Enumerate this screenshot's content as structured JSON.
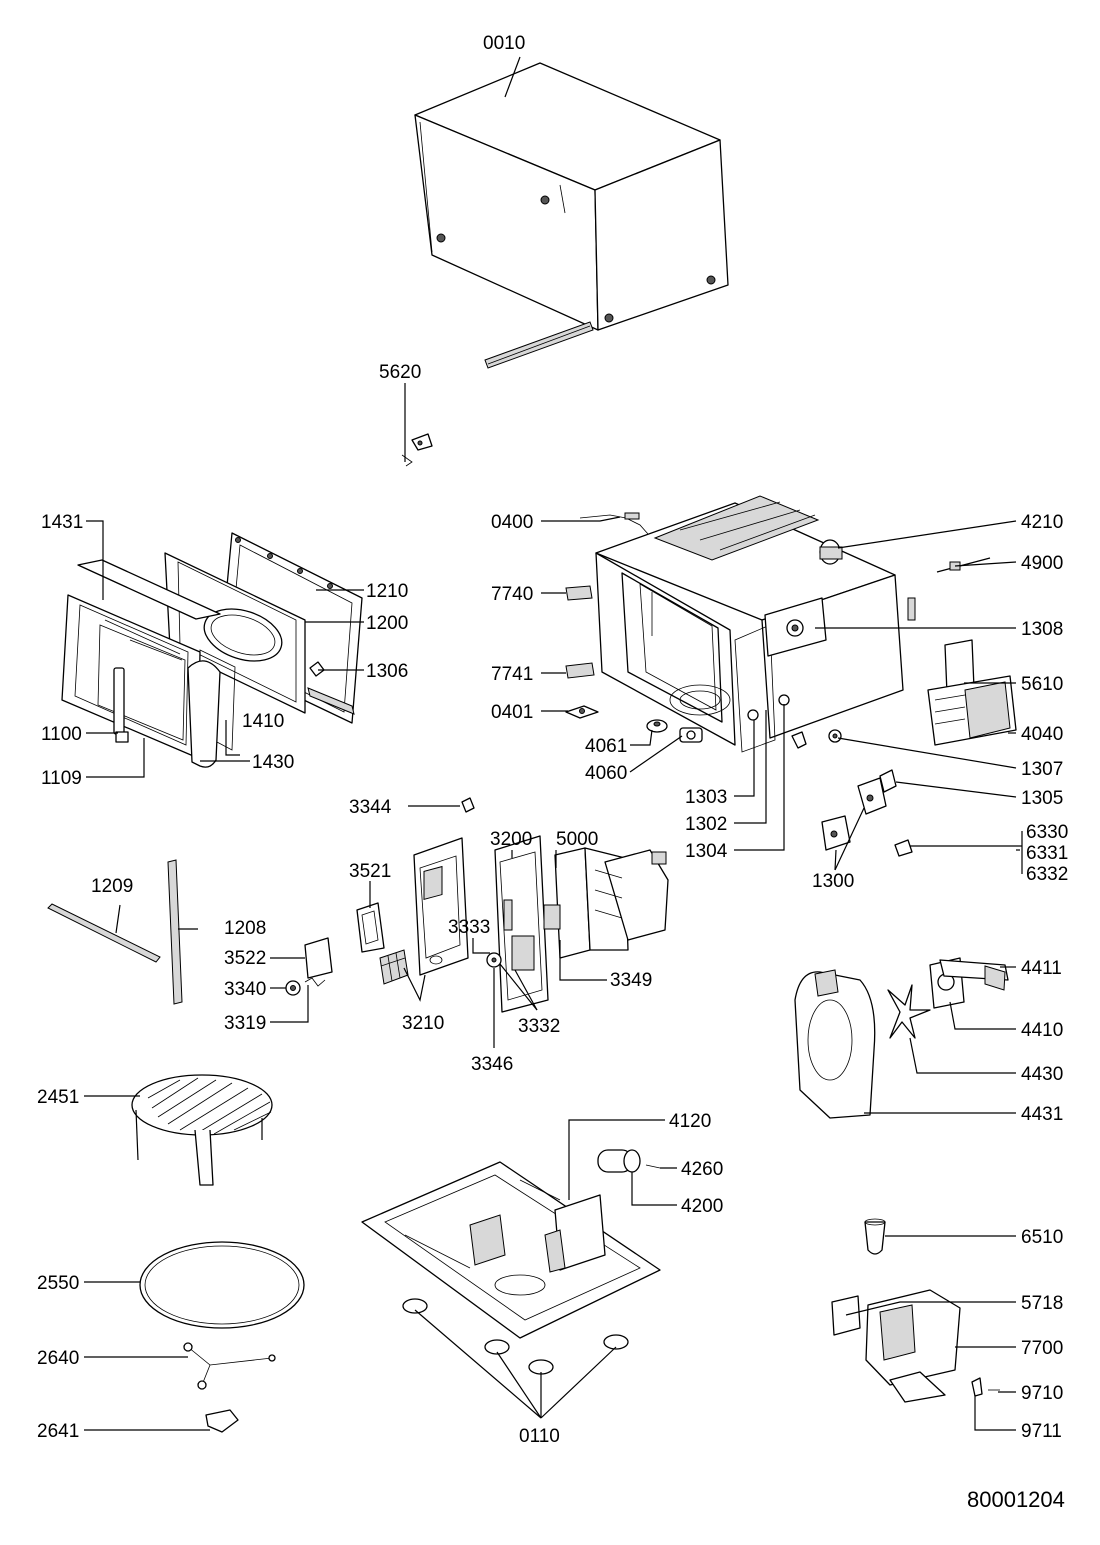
{
  "document_number": "80001204",
  "callouts": {
    "c0010": "0010",
    "c5620": "5620",
    "c1431": "1431",
    "c1210": "1210",
    "c1200": "1200",
    "c1306": "1306",
    "c1410": "1410",
    "c1100": "1100",
    "c1430": "1430",
    "c1109": "1109",
    "c0400": "0400",
    "c4210": "4210",
    "c4900": "4900",
    "c7740": "7740",
    "c1308": "1308",
    "c7741": "7741",
    "c5610": "5610",
    "c0401": "0401",
    "c4040": "4040",
    "c4061": "4061",
    "c1307": "1307",
    "c4060": "4060",
    "c1303": "1303",
    "c1305": "1305",
    "c1302": "1302",
    "c1304": "1304",
    "c6330": "6330",
    "c6331": "6331",
    "c6332": "6332",
    "c1300": "1300",
    "c3344": "3344",
    "c3200": "3200",
    "c5000": "5000",
    "c3521": "3521",
    "c3333": "3333",
    "c1209": "1209",
    "c1208": "1208",
    "c3522": "3522",
    "c3340": "3340",
    "c3319": "3319",
    "c3210": "3210",
    "c3332": "3332",
    "c3349": "3349",
    "c3346": "3346",
    "c4411": "4411",
    "c4410": "4410",
    "c4430": "4430",
    "c4431": "4431",
    "c2451": "2451",
    "c4120": "4120",
    "c4260": "4260",
    "c4200": "4200",
    "c6510": "6510",
    "c2550": "2550",
    "c5718": "5718",
    "c7700": "7700",
    "c2640": "2640",
    "c9710": "9710",
    "c9711": "9711",
    "c2641": "2641",
    "c0110": "0110"
  }
}
